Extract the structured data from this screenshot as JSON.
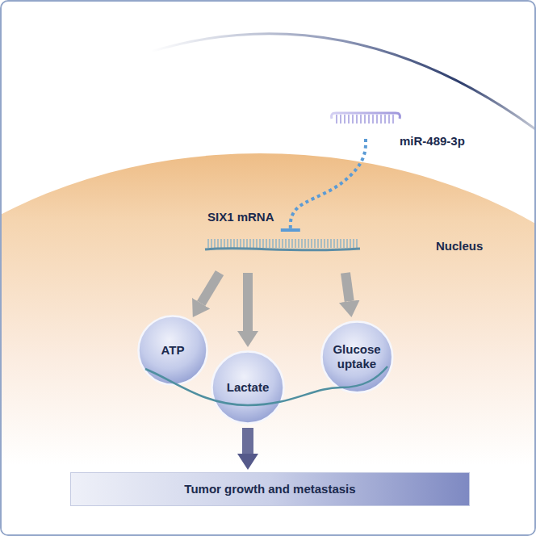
{
  "diagram": {
    "nodes": [
      {
        "text": [
          "Nucleus"
        ]
      },
      {
        "text": [
          "miR-489-3p"
        ]
      },
      {
        "text": [
          "SIX1 mRNA"
        ],
        "in": 0
      },
      {
        "text": [
          "ATP"
        ]
      },
      {
        "text": [
          "Lactate"
        ]
      },
      {
        "text": [
          "Glucose uptake"
        ]
      },
      {
        "text": [
          "Tumor growth and metastasis"
        ]
      }
    ],
    "edges": [
      {
        "from": 1,
        "to": 2,
        "arrow": "to"
      },
      {
        "from": 2,
        "to": 3,
        "arrow": "to"
      },
      {
        "from": 2,
        "to": 4,
        "arrow": "to"
      },
      {
        "from": 2,
        "to": 5,
        "arrow": "to"
      },
      {
        "from": 4,
        "to": 6,
        "arrow": "to"
      }
    ]
  }
}
